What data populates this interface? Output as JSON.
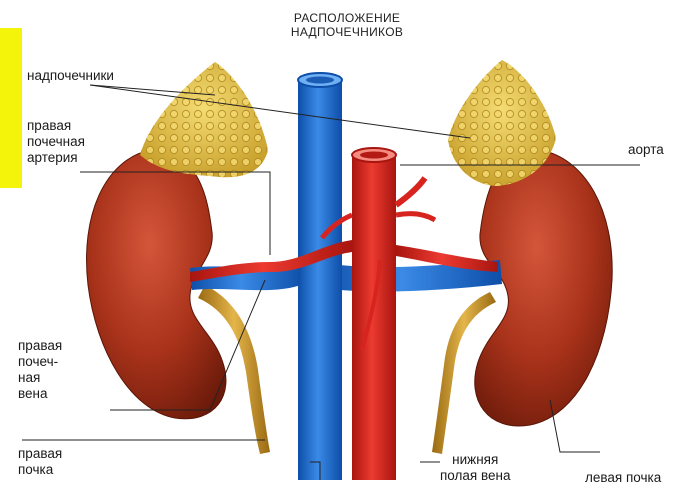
{
  "title": "РАСПОЛОЖЕНИЕ\nНАДПОЧЕЧНИКОВ",
  "labels": {
    "adrenal": "надпочечники",
    "right_renal_artery": "правая\nпочечная\nартерия",
    "aorta": "аорта",
    "right_renal_vein": "правая\nпочеч-\nная\nвена",
    "right_kidney": "правая\nпочка",
    "ivc": "нижняя\nполая вена",
    "left_kidney": "левая почка"
  },
  "colors": {
    "kidney": "#a8321a",
    "adrenal": "#e3c24a",
    "vein": "#1f6fd0",
    "artery": "#d8241f",
    "ureter": "#c9962e",
    "accent": "#f4f40a"
  }
}
